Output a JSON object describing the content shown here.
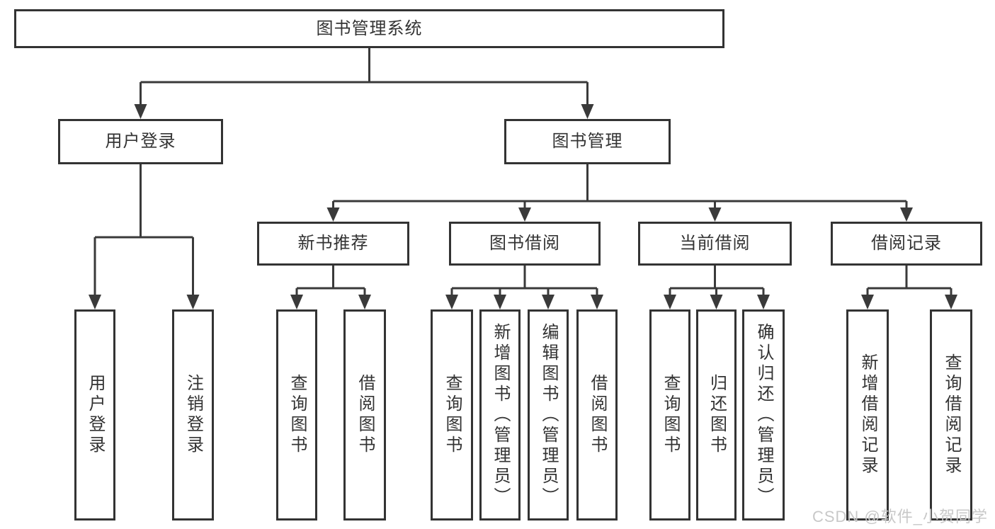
{
  "diagram": {
    "root": "图书管理系统",
    "user_login": {
      "label": "用户登录",
      "children": [
        "用户登录",
        "注销登录"
      ]
    },
    "book_mgmt": {
      "label": "图书管理",
      "sections": [
        {
          "label": "新书推荐",
          "children": [
            "查询图书",
            "借阅图书"
          ]
        },
        {
          "label": "图书借阅",
          "children": [
            "查询图书",
            "新增图书（管理员）",
            "编辑图书（管理员）",
            "借阅图书"
          ]
        },
        {
          "label": "当前借阅",
          "children": [
            "查询图书",
            "归还图书",
            "确认归还（管理员）"
          ]
        },
        {
          "label": "借阅记录",
          "children": [
            "新增借阅记录",
            "查询借阅记录"
          ]
        }
      ]
    }
  },
  "watermark": "CSDN @软件_小贺同学",
  "colors": {
    "line": "#3a3a3a",
    "box_border": "#333333",
    "text": "#333333",
    "watermark_text": "#c8c8c8",
    "background": "#ffffff"
  }
}
